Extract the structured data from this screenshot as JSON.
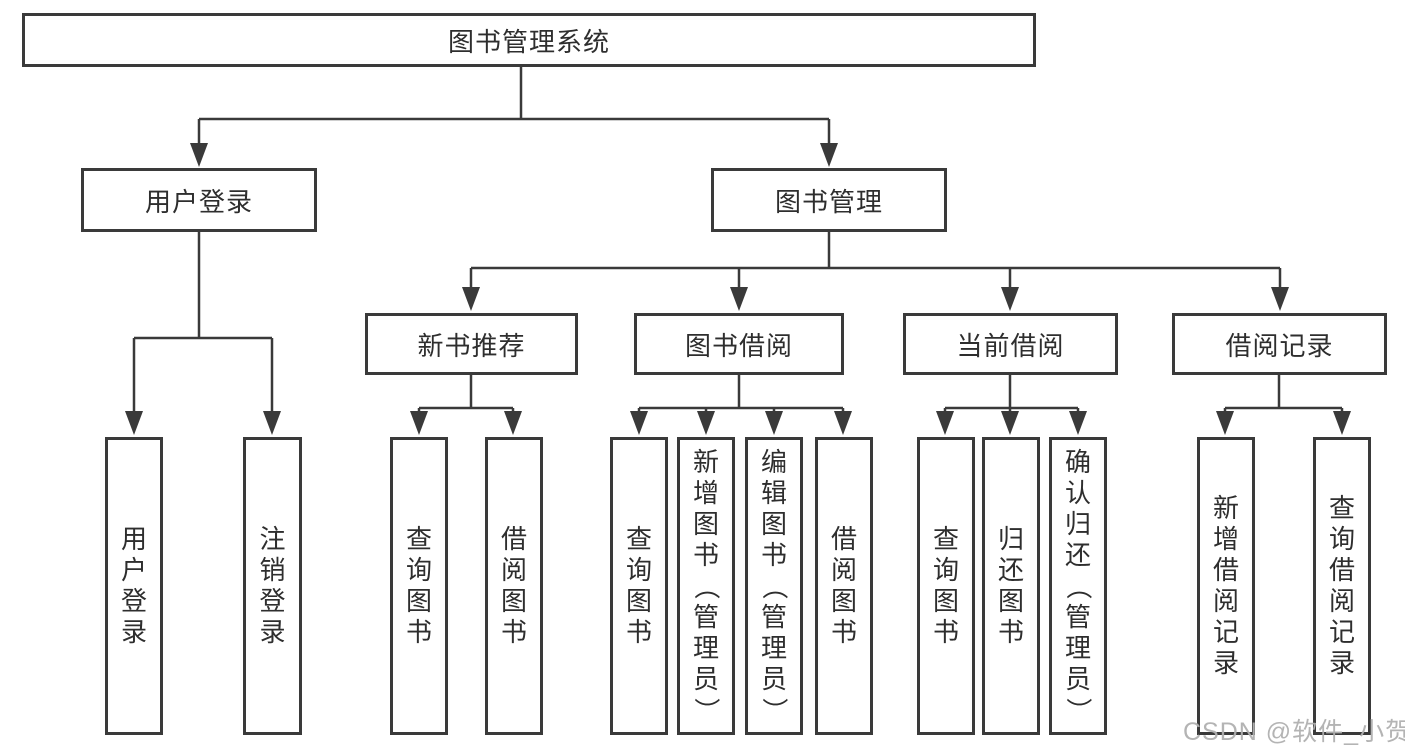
{
  "diagram": {
    "title": "图书管理系统",
    "children": [
      {
        "label": "用户登录",
        "leaves": [
          "用户登录",
          "注销登录"
        ]
      },
      {
        "label": "图书管理",
        "children": [
          {
            "label": "新书推荐",
            "leaves": [
              "查询图书",
              "借阅图书"
            ]
          },
          {
            "label": "图书借阅",
            "leaves": [
              "查询图书",
              "新增图书（管理员）",
              "编辑图书（管理员）",
              "借阅图书"
            ]
          },
          {
            "label": "当前借阅",
            "leaves": [
              "查询图书",
              "归还图书",
              "确认归还（管理员）"
            ]
          },
          {
            "label": "借阅记录",
            "leaves": [
              "新增借阅记录",
              "查询借阅记录"
            ]
          }
        ]
      }
    ]
  },
  "watermark": "CSDN @软件_小贺同学",
  "colors": {
    "line": "#3a3a3a",
    "text": "#2e2e2e",
    "watermark": "#b0b0b0",
    "background": "#ffffff"
  }
}
